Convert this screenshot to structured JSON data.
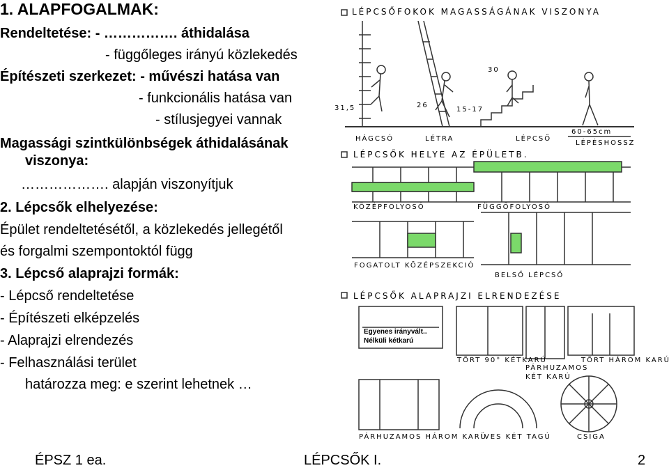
{
  "title": "1. ALAPFOGALMAK:",
  "lines": {
    "l1": "Rendeltetése: - ……………. áthidalása",
    "l2": "- függőleges irányú közlekedés",
    "l3": "Építészeti szerkezet: - művészi hatása van",
    "l4": "- funkcionális hatása van",
    "l5": "- stílusjegyei vannak",
    "l6": "Magassági szintkülönbségek áthidalásának",
    "l7": "viszonya:",
    "l8": "……………….  alapján viszonyítjuk",
    "l9": "2. Lépcsők elhelyezése:",
    "l10": "Épület rendeltetésétől, a közlekedés jellegétől",
    "l11": "és forgalmi szempontoktól függ",
    "l12": "3. Lépcső alaprajzi formák:",
    "l13": "-   Lépcső rendeltetése",
    "l14": "-   Építészeti elképzelés",
    "l15": "-   Alaprajzi elrendezés",
    "l16": "-   Felhasználási terület",
    "l17": "határozza meg: e szerint lehetnek …"
  },
  "sketch": {
    "heading1": "LÉPCSŐFOKOK MAGASSÁGÁNAK VISZONYA",
    "m31": "31,5",
    "m26": "26",
    "m30": "30",
    "m1517": "15-17",
    "m6065": "60-65cm",
    "hagcso": "HÁGCSÓ",
    "letra": "LÉTRA",
    "lepcso": "LÉPCSŐ",
    "lepeshossz": "LÉPÉSHOSSZ",
    "heading2": "LÉPCSŐK HELYE AZ ÉPÜLETB.",
    "kozepfolyoso": "KÖZÉPFOLYOSÓ",
    "fuggofolyoso": "FÜGGŐFOLYOSÓ",
    "fogatolt": "FOGATOLT KÖZÉPSZEKCIÓ",
    "belso": "BELSŐ LÉPCSŐ",
    "heading3": "LÉPCSŐK ALAPRAJZI ELRENDEZÉSE",
    "note1": "Egyenes irányvált..",
    "note2": "Nélküli kétkarú",
    "tort90": "TÖRT 90° KÉTKARÚ",
    "parhuzamos1": "PÁRHUZAMOS",
    "parhuzamos2": "KÉT KARÚ",
    "tortharom": "TÖRT HÁROM KARÚ",
    "parharom": "PÁRHUZAMOS HÁROM KARÚ",
    "ives": "ÍVES KÉT TAGÚ",
    "csiga": "CSIGA"
  },
  "footer": {
    "left": "ÉPSZ 1 ea.",
    "center": "LÉPCSŐK I.",
    "page": "2"
  },
  "colors": {
    "green": "#7bd96a",
    "ink": "#333333"
  }
}
